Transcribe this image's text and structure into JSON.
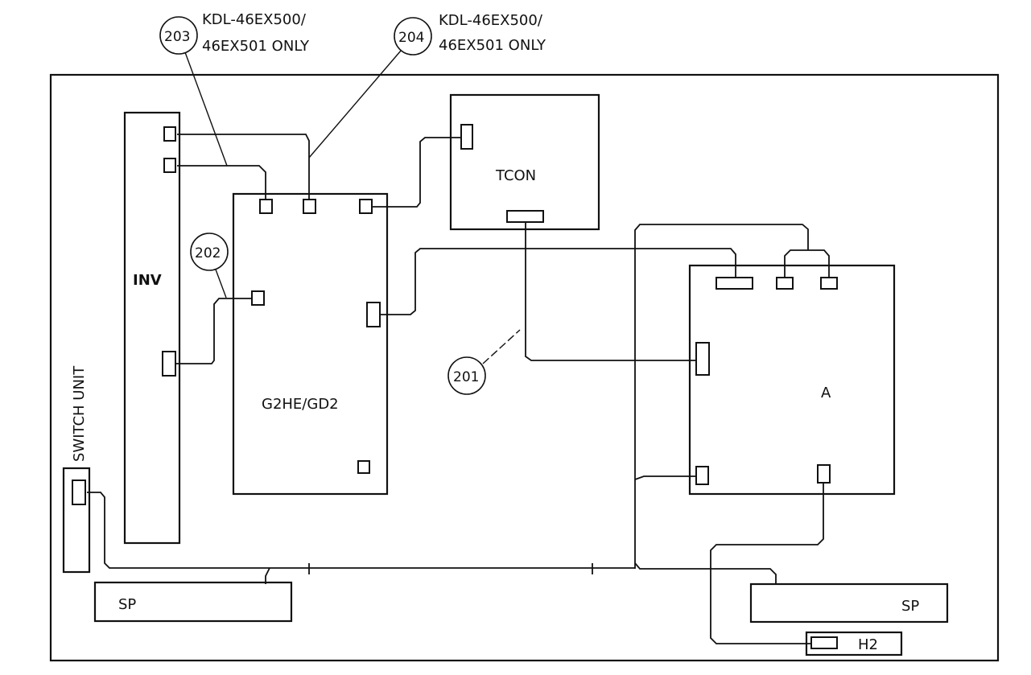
{
  "boards": {
    "inv": "INV",
    "g2he": "G2HE/GD2",
    "tcon": "TCON",
    "a": "A",
    "switch_unit": "SWITCH UNIT",
    "sp_left": "SP",
    "sp_right": "SP",
    "h2": "H2"
  },
  "callouts": {
    "c201": "201",
    "c202": "202",
    "c203": "203",
    "c204": "204"
  },
  "notes": {
    "n203_line1": "KDL-46EX500/",
    "n203_line2": "46EX501 ONLY",
    "n204_line1": "KDL-46EX500/",
    "n204_line2": "46EX501 ONLY"
  }
}
